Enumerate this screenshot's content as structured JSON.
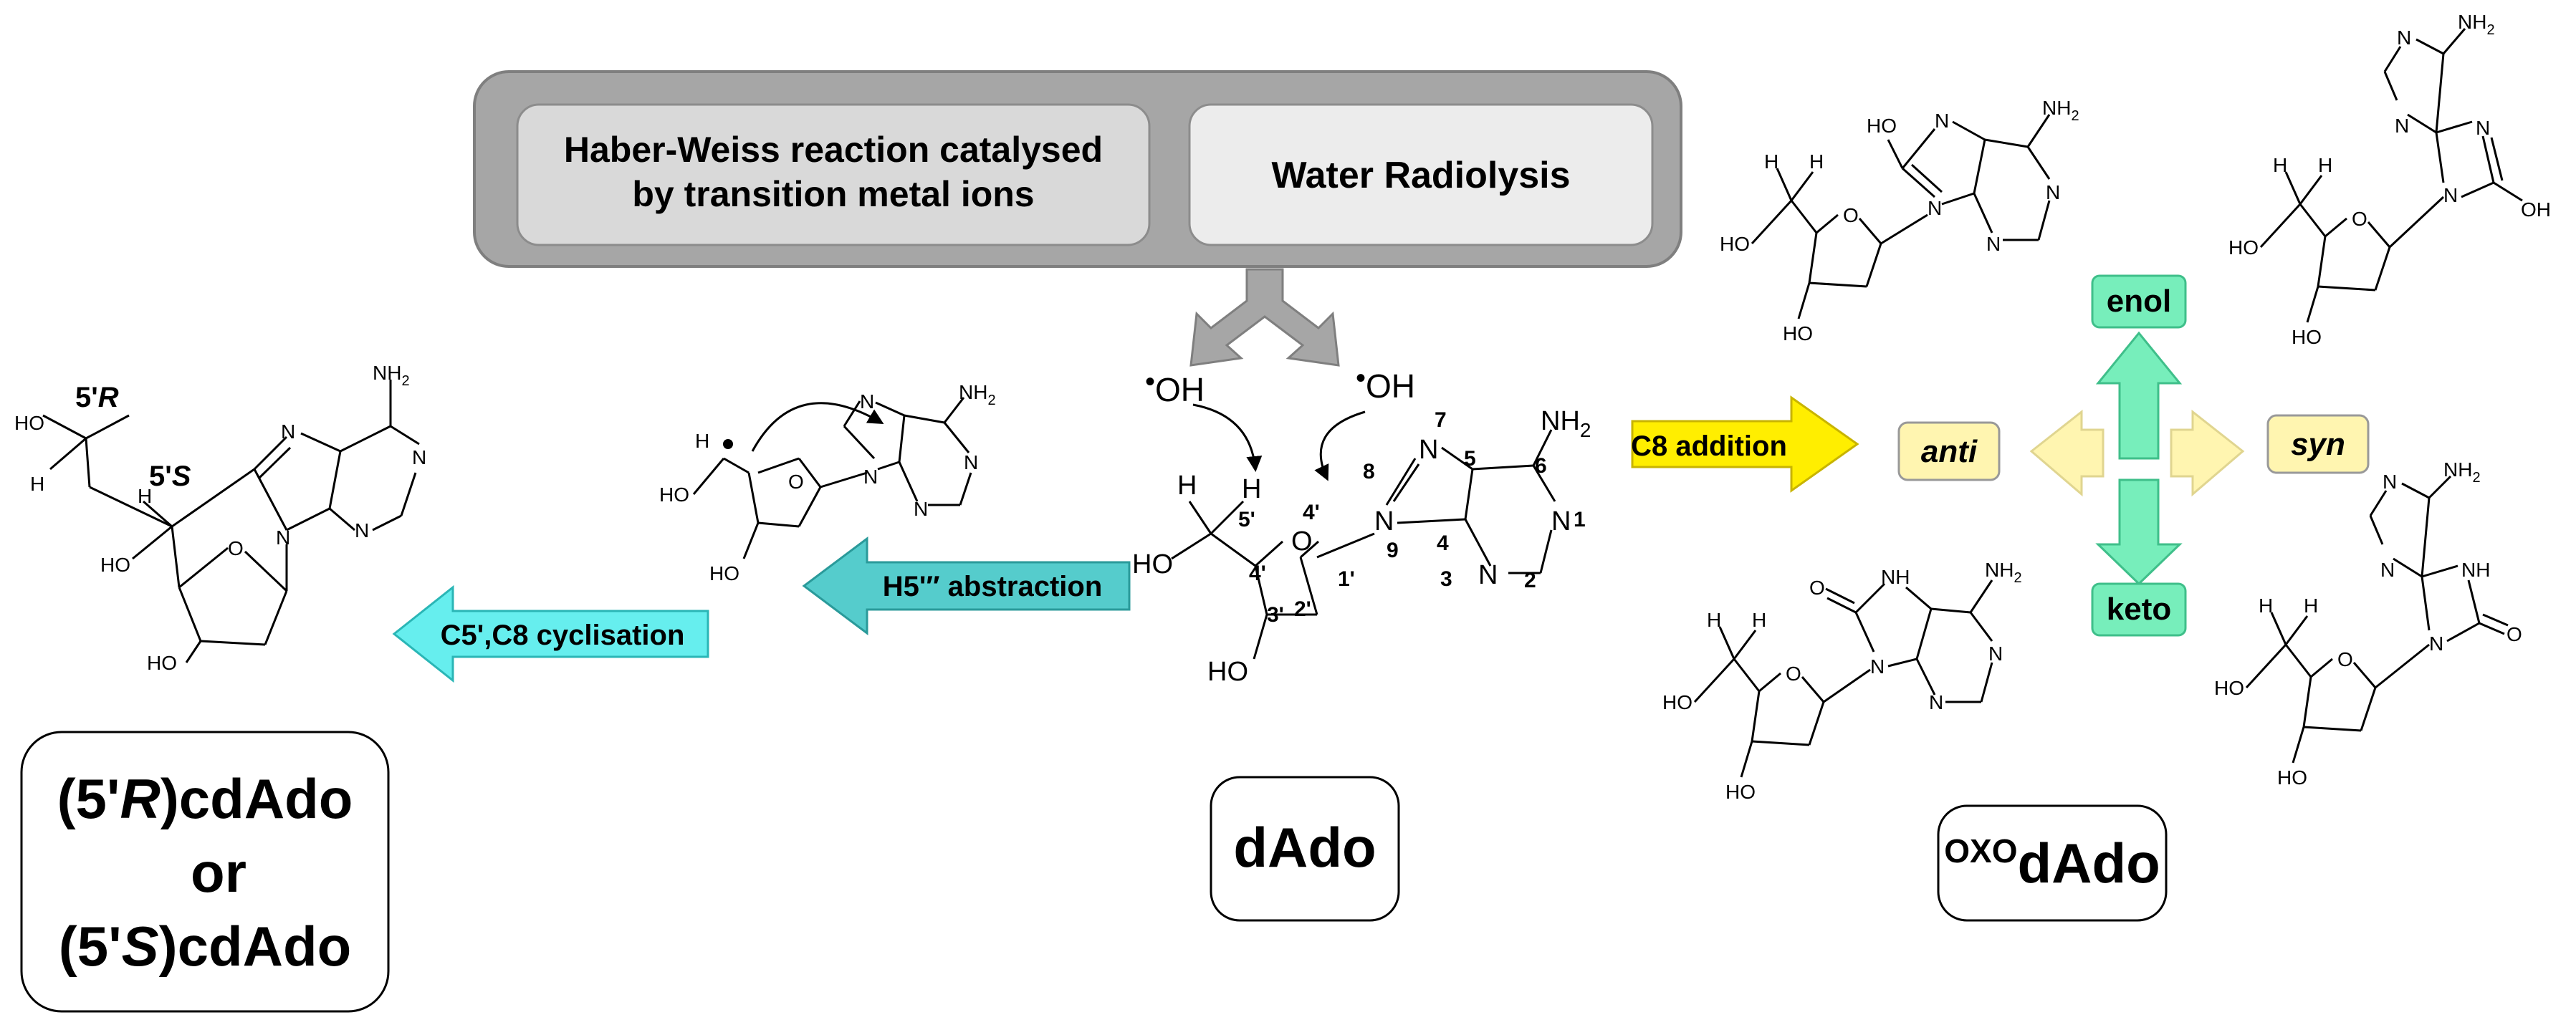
{
  "sources": {
    "haber_weiss_line1": "Haber-Weiss reaction catalysed",
    "haber_weiss_line2": "by transition metal ions",
    "water_radiolysis": "Water Radiolysis"
  },
  "radicals": {
    "oh_left": "OH",
    "oh_right": "OH"
  },
  "arrows": {
    "c8_addition": "C8 addition",
    "h5_abstraction": "H5'″ abstraction",
    "cyclisation": "C5',C8 cyclisation"
  },
  "tautomers": {
    "enol": "enol",
    "keto": "keto",
    "anti": "anti",
    "syn": "syn"
  },
  "compounds": {
    "dado": "dAdo",
    "oxo_sup": "OXO",
    "oxo_main": "dAdo",
    "cdado_line1_pre": "(5'",
    "cdado_line1_it": "R",
    "cdado_line1_post": ")cdAdo",
    "cdado_or": "or",
    "cdado_line3_pre": "(5'",
    "cdado_line3_it": "S",
    "cdado_line3_post": ")cdAdo"
  },
  "atoms": {
    "NH2": "NH",
    "sub2": "2",
    "N": "N",
    "O": "O",
    "HO": "HO",
    "OH": "OH",
    "H": "H",
    "NH": "NH",
    "r5": "5'",
    "R": "R",
    "S": "S"
  },
  "numbering": {
    "n1": "1",
    "n2": "2",
    "n3": "3",
    "n4": "4",
    "n5": "5",
    "n6": "6",
    "n7": "7",
    "n8": "8",
    "n9": "9",
    "c1p": "1'",
    "c2p": "2'",
    "c3p": "3'",
    "c4p": "4'",
    "c4o": "4'",
    "c5p": "5'"
  },
  "colors": {
    "source_outer": "#a6a6a6",
    "source_box": "#d9d9d9",
    "source_box_right": "#ececec",
    "c8_arrow": "#ffee00",
    "h5_arrow": "#55cccc",
    "cyc_arrow": "#66eeee",
    "tautomer_green": "#77eebb",
    "tautomer_yellow": "#fff5b0"
  }
}
